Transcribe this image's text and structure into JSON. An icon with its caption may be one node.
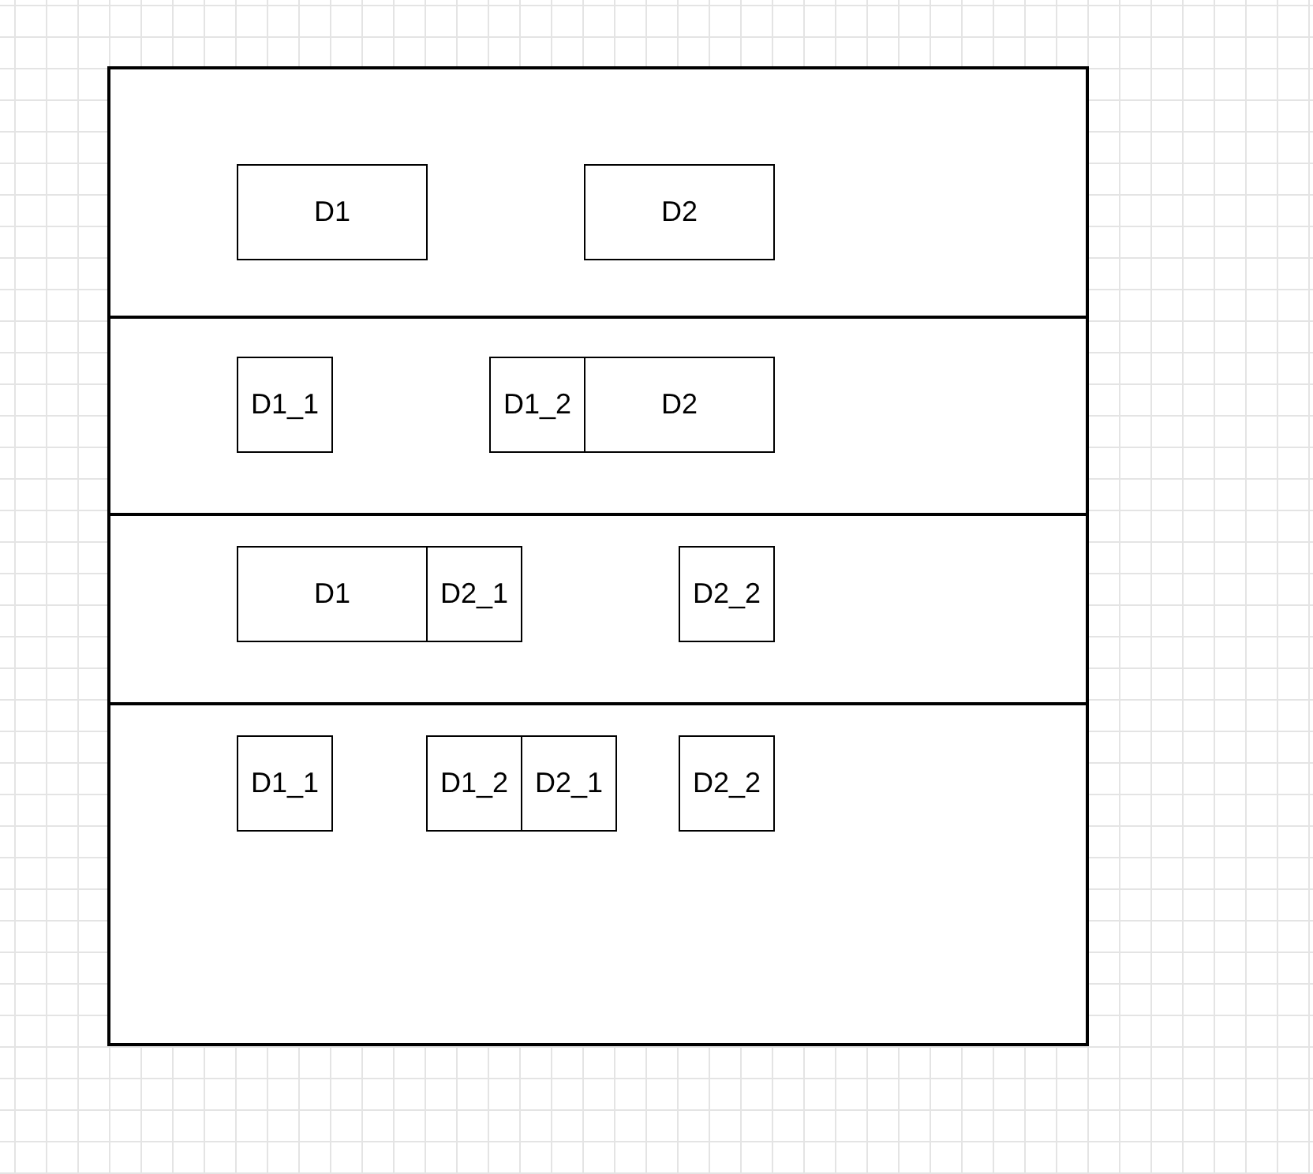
{
  "diagram": {
    "nodes": [
      {
        "text": [],
        "shape": "box"
      },
      {
        "text": [],
        "shape": "box",
        "in": 0
      },
      {
        "text": [],
        "shape": "box",
        "in": 0
      },
      {
        "text": [],
        "shape": "box",
        "in": 0
      },
      {
        "text": [],
        "shape": "box",
        "in": 0
      },
      {
        "text": [
          "D1"
        ],
        "in": 1
      },
      {
        "text": [
          "D2"
        ],
        "in": 1
      },
      {
        "text": [
          "D1_1"
        ],
        "in": 2
      },
      {
        "text": [
          "D1_2"
        ],
        "in": 2
      },
      {
        "text": [
          "D2"
        ],
        "in": 2
      },
      {
        "text": [
          "D1"
        ],
        "in": 3
      },
      {
        "text": [
          "D2_1"
        ],
        "in": 3
      },
      {
        "text": [
          "D2_2"
        ],
        "in": 3
      },
      {
        "text": [
          "D1_1"
        ],
        "in": 4
      },
      {
        "text": [
          "D1_2"
        ],
        "in": 4
      },
      {
        "text": [
          "D2_1"
        ],
        "in": 4
      },
      {
        "text": [
          "D2_2"
        ],
        "in": 4
      }
    ]
  }
}
